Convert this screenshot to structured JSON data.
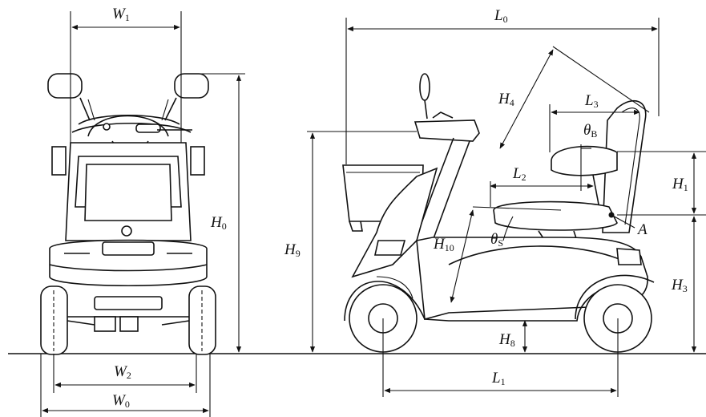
{
  "labels": {
    "W1": {
      "main": "W",
      "sub": "1"
    },
    "W2": {
      "main": "W",
      "sub": "2"
    },
    "W0": {
      "main": "W",
      "sub": "0"
    },
    "H0": {
      "main": "H",
      "sub": "0"
    },
    "L0": {
      "main": "L",
      "sub": "0"
    },
    "L3": {
      "main": "L",
      "sub": "3"
    },
    "L2": {
      "main": "L",
      "sub": "2"
    },
    "L1": {
      "main": "L",
      "sub": "1"
    },
    "H4": {
      "main": "H",
      "sub": "4"
    },
    "H9": {
      "main": "H",
      "sub": "9"
    },
    "H10": {
      "main": "H",
      "sub": "10"
    },
    "H1": {
      "main": "H",
      "sub": "1"
    },
    "H3": {
      "main": "H",
      "sub": "3"
    },
    "H8": {
      "main": "H",
      "sub": "8"
    },
    "thetaB": {
      "main": "θ",
      "sub": "B"
    },
    "thetaS": {
      "main": "θ",
      "sub": "S"
    },
    "A": {
      "main": "A"
    }
  }
}
